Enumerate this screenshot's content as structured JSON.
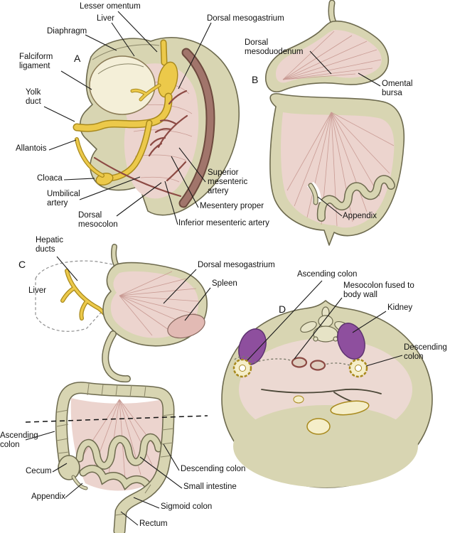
{
  "palette": {
    "outline": "#6d6a4e",
    "body-fill": "#d8d5b2",
    "body-light": "#e6e3c6",
    "mesentery-pink": "#ecd4ce",
    "striation-pink": "#c99b94",
    "gut-yellow": "#ecc94a",
    "gut-yellow-dark": "#a8891c",
    "liver-cream": "#f4efd8",
    "artery-maroon": "#8c4a44",
    "dorsal-band": "#a1756b",
    "kidney-purple": "#8e4f9e",
    "kidney-purple-dark": "#5e3370",
    "pale-yellow": "#f5eec9",
    "label-ink": "#1a1a1a"
  },
  "panels": {
    "a": {
      "letter": "A",
      "labels": {
        "lesser_omentum": "Lesser omentum",
        "liver": "Liver",
        "dorsal_mesogastrium": "Dorsal mesogastrium",
        "diaphragm": "Diaphragm",
        "falciform_ligament": "Falciform ligament",
        "yolk_duct": "Yolk duct",
        "allantois": "Allantois",
        "cloaca": "Cloaca",
        "umbilical_artery": "Umbilical artery",
        "dorsal_mesocolon": "Dorsal mesocolon",
        "superior_mesenteric_artery": "Superior mesenteric artery",
        "mesentery_proper": "Mesentery proper",
        "inferior_mesenteric_artery": "Inferior mesenteric artery"
      }
    },
    "b": {
      "letter": "B",
      "labels": {
        "dorsal_mesoduodenum": "Dorsal mesoduodenum",
        "omental_bursa": "Omental bursa",
        "appendix": "Appendix"
      }
    },
    "c": {
      "letter": "C",
      "labels": {
        "hepatic_ducts": "Hepatic ducts",
        "liver": "Liver",
        "dorsal_mesogastrium": "Dorsal mesogastrium",
        "spleen": "Spleen",
        "ascending_colon": "Ascending colon",
        "cecum": "Cecum",
        "appendix": "Appendix",
        "descending_colon": "Descending colon",
        "small_intestine": "Small intestine",
        "sigmoid_colon": "Sigmoid colon",
        "rectum": "Rectum"
      }
    },
    "d": {
      "letter": "D",
      "labels": {
        "ascending_colon": "Ascending colon",
        "mesocolon_fused": "Mesocolon fused to body wall",
        "kidney": "Kidney",
        "descending_colon": "Descending colon"
      }
    }
  }
}
